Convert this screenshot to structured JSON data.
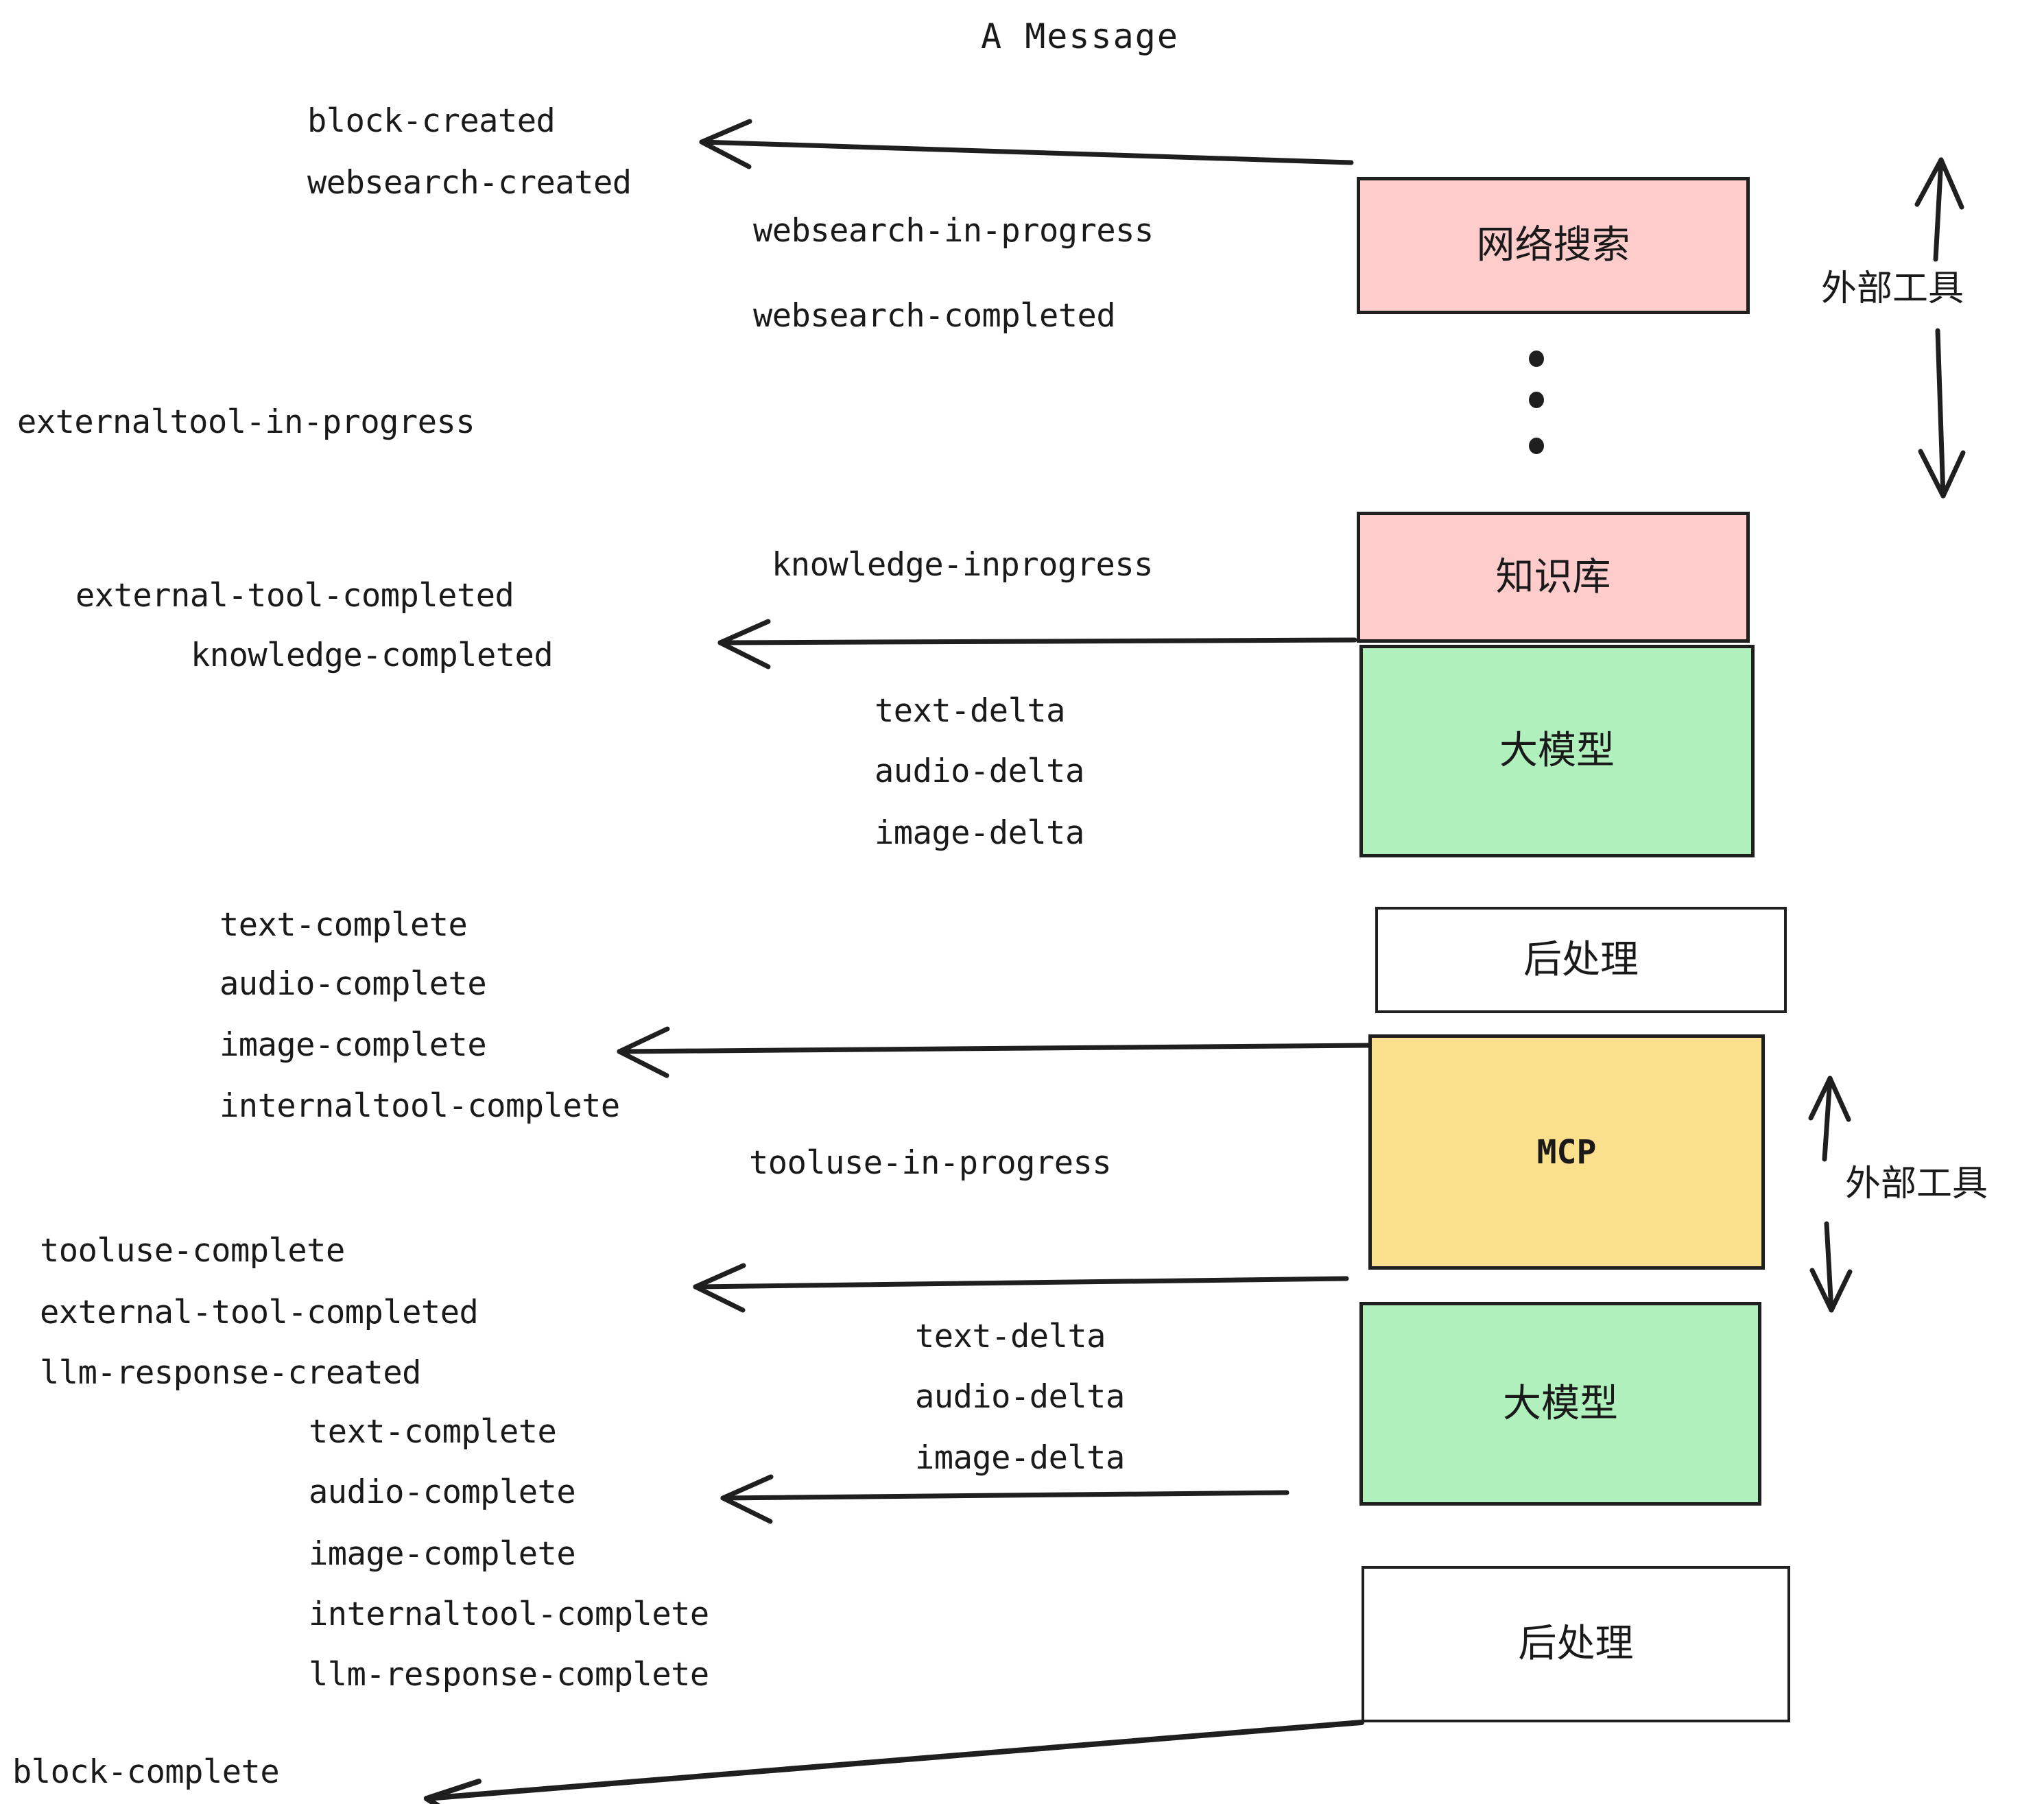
{
  "title": "A Message",
  "colors": {
    "stroke": "#1f1f1f",
    "pink": "#FFCCCC",
    "green": "#AFF0BC",
    "yellow": "#FAE08C",
    "white": "#FFFFFF",
    "text": "#1a1a1a"
  },
  "boxes": [
    {
      "id": "websearch",
      "label": "网络搜索",
      "fill": "#FFCCCC"
    },
    {
      "id": "knowledge",
      "label": "知识库",
      "fill": "#FFCCCC"
    },
    {
      "id": "llm1",
      "label": "大模型",
      "fill": "#AFF0BC"
    },
    {
      "id": "postproc1",
      "label": "后处理",
      "fill": "#FFFFFF"
    },
    {
      "id": "mcp",
      "label": "MCP",
      "fill": "#FAE08C"
    },
    {
      "id": "llm2",
      "label": "大模型",
      "fill": "#AFF0BC"
    },
    {
      "id": "postproc2",
      "label": "后处理",
      "fill": "#FFFFFF"
    }
  ],
  "side_labels": [
    {
      "id": "external-tool-top",
      "text": "外部工具"
    },
    {
      "id": "external-tool-bottom",
      "text": "外部工具"
    }
  ],
  "events": [
    {
      "id": "e01",
      "text": "block-created"
    },
    {
      "id": "e02",
      "text": "websearch-created"
    },
    {
      "id": "e03",
      "text": "websearch-in-progress"
    },
    {
      "id": "e04",
      "text": "websearch-completed"
    },
    {
      "id": "e05",
      "text": "externaltool-in-progress"
    },
    {
      "id": "e06",
      "text": "knowledge-inprogress"
    },
    {
      "id": "e07",
      "text": "external-tool-completed"
    },
    {
      "id": "e08",
      "text": "knowledge-completed"
    },
    {
      "id": "e09",
      "text": "text-delta"
    },
    {
      "id": "e10",
      "text": "audio-delta"
    },
    {
      "id": "e11",
      "text": "image-delta"
    },
    {
      "id": "e12",
      "text": "text-complete"
    },
    {
      "id": "e13",
      "text": "audio-complete"
    },
    {
      "id": "e14",
      "text": "image-complete"
    },
    {
      "id": "e15",
      "text": "internaltool-complete"
    },
    {
      "id": "e16",
      "text": "tooluse-in-progress"
    },
    {
      "id": "e17",
      "text": "tooluse-complete"
    },
    {
      "id": "e18",
      "text": "external-tool-completed"
    },
    {
      "id": "e19",
      "text": "llm-response-created"
    },
    {
      "id": "e20",
      "text": "text-complete"
    },
    {
      "id": "e21",
      "text": "audio-complete"
    },
    {
      "id": "e22",
      "text": "image-complete"
    },
    {
      "id": "e23",
      "text": "internaltool-complete"
    },
    {
      "id": "e24",
      "text": "llm-response-complete"
    },
    {
      "id": "e25",
      "text": "text-delta"
    },
    {
      "id": "e26",
      "text": "audio-delta"
    },
    {
      "id": "e27",
      "text": "image-delta"
    },
    {
      "id": "e28",
      "text": "block-complete"
    }
  ]
}
